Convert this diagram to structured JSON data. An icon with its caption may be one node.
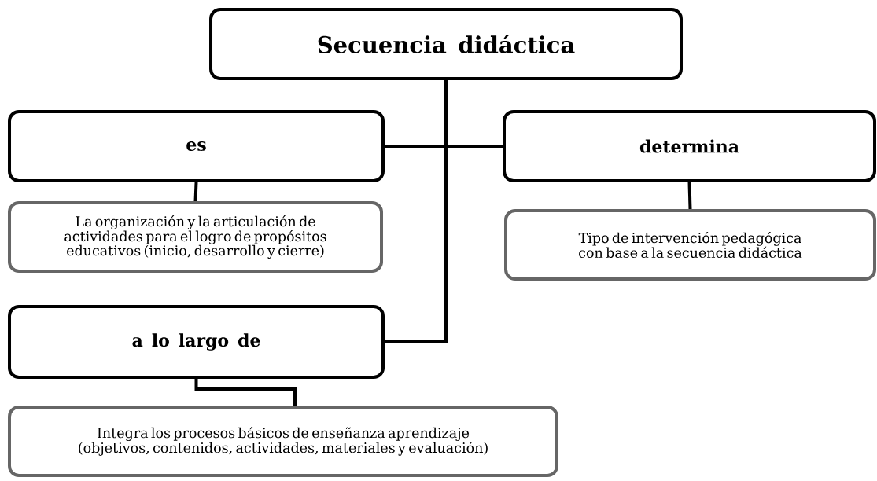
{
  "diagram": {
    "nodes": [
      {
        "text": [
          "Secuencia didáctica"
        ]
      },
      {
        "text": [
          "es"
        ]
      },
      {
        "text": [
          "determina"
        ]
      },
      {
        "text": [
          "La organización y la articulación de actividades para el logro de propósitos educativos (inicio, desarrollo y cierre)"
        ]
      },
      {
        "text": [
          "Tipo de intervención pedagógica con base a la secuencia didáctica"
        ]
      },
      {
        "text": [
          "a lo largo de"
        ]
      },
      {
        "text": [
          "Integra los procesos básicos de enseñanza aprendizaje (objetivos, contenidos, actividades, materiales y evaluación)"
        ]
      }
    ],
    "edges": [
      {
        "from": 0,
        "to": 1,
        "arrow": "none"
      },
      {
        "from": 0,
        "to": 2,
        "arrow": "none"
      },
      {
        "from": 1,
        "to": 3,
        "arrow": "none"
      },
      {
        "from": 2,
        "to": 4,
        "arrow": "none"
      },
      {
        "from": 0,
        "to": 5,
        "arrow": "none"
      },
      {
        "from": 5,
        "to": 6,
        "arrow": "none"
      }
    ]
  }
}
